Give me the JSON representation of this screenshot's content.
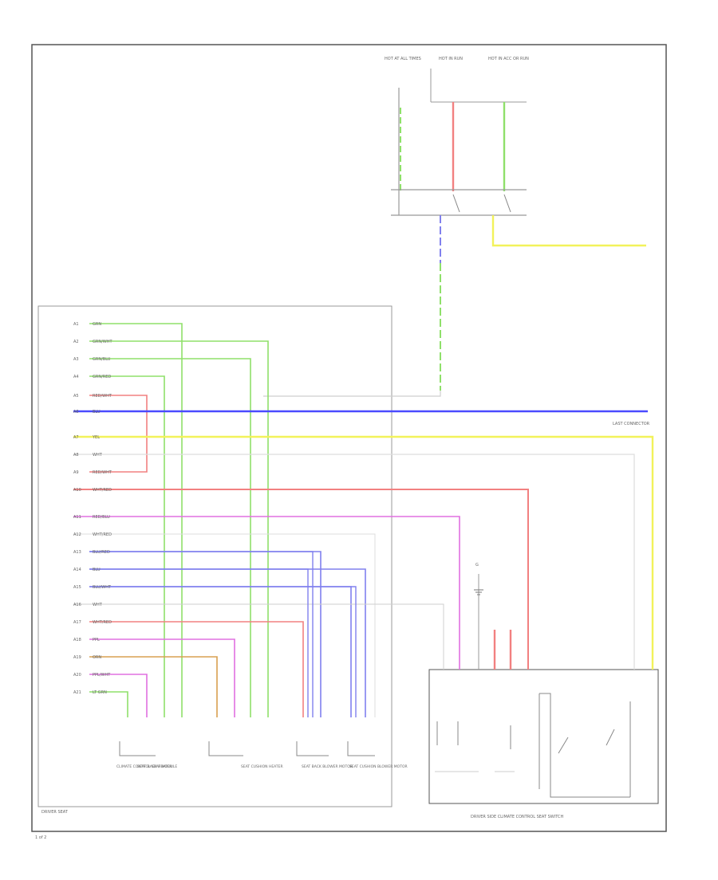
{
  "colors": {
    "frame": "#555555",
    "module": "#999999",
    "blue": "#4a4aff",
    "yellow": "#f2f25a",
    "red": "#f28080",
    "green": "#8fe06a",
    "pink": "#e070e0",
    "orange": "#d8a050",
    "violet": "#8080ee",
    "gray": "#cfcfcf",
    "text": "#666666"
  },
  "top_sources": [
    {
      "label": "HOT AT ALL TIMES"
    },
    {
      "label": "HOT IN RUN"
    },
    {
      "label": "HOT IN ACC OR RUN"
    }
  ],
  "labels": {
    "driver_seat": "DRIVER SEAT",
    "switch_module": "DRIVER SIDE CLIMATE CONTROL SEAT SWITCH",
    "connector_ref": "LAST CONNECTOR",
    "ground": "G",
    "page_num": "1 of 2"
  },
  "connector_pins": [
    {
      "pin": "A1",
      "wire": "GRN"
    },
    {
      "pin": "A2",
      "wire": "GRN/WHT"
    },
    {
      "pin": "A3",
      "wire": "GRN/BLU"
    },
    {
      "pin": "A4",
      "wire": "GRN/RED"
    },
    {
      "pin": "A5",
      "wire": "RED/WHT"
    },
    {
      "pin": "A6",
      "wire": "BLU"
    },
    {
      "pin": "A7",
      "wire": "YEL"
    },
    {
      "pin": "A8",
      "wire": "WHT"
    },
    {
      "pin": "A9",
      "wire": "RED/WHT"
    },
    {
      "pin": "A10",
      "wire": "WHT/RED"
    },
    {
      "pin": "A11",
      "wire": "RED/BLU"
    },
    {
      "pin": "A12",
      "wire": "WHT/RED"
    },
    {
      "pin": "A13",
      "wire": "BLU/RED"
    },
    {
      "pin": "A14",
      "wire": "BLU"
    },
    {
      "pin": "A15",
      "wire": "BLU/WHT"
    },
    {
      "pin": "A16",
      "wire": "WHT"
    },
    {
      "pin": "A17",
      "wire": "WHT/RED"
    },
    {
      "pin": "A18",
      "wire": "PPL"
    },
    {
      "pin": "A19",
      "wire": "ORN"
    },
    {
      "pin": "A20",
      "wire": "PPL/WHT"
    },
    {
      "pin": "A21",
      "wire": "LT GRN"
    }
  ],
  "bottom_components": [
    {
      "label": "CLIMATE CONTROL SEAT MODULE"
    },
    {
      "label": "SEAT BACK HEATER"
    },
    {
      "label": "SEAT CUSHION HEATER"
    },
    {
      "label": "SEAT BACK BLOWER MOTOR"
    },
    {
      "label": "SEAT CUSHION BLOWER MOTOR"
    }
  ]
}
